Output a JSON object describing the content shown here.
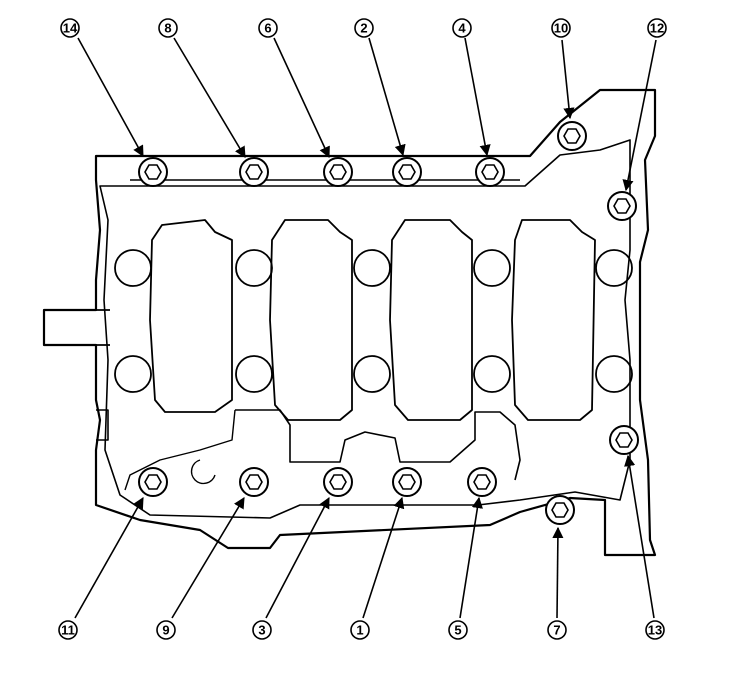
{
  "figure": {
    "colors": {
      "stroke": "#000000",
      "background": "#ffffff"
    },
    "callouts": [
      {
        "id": "14",
        "label": "14"
      },
      {
        "id": "8",
        "label": "8"
      },
      {
        "id": "6",
        "label": "6"
      },
      {
        "id": "2",
        "label": "2"
      },
      {
        "id": "4",
        "label": "4"
      },
      {
        "id": "10",
        "label": "10"
      },
      {
        "id": "12",
        "label": "12"
      },
      {
        "id": "11",
        "label": "11"
      },
      {
        "id": "9",
        "label": "9"
      },
      {
        "id": "3",
        "label": "3"
      },
      {
        "id": "1",
        "label": "1"
      },
      {
        "id": "5",
        "label": "5"
      },
      {
        "id": "7",
        "label": "7"
      },
      {
        "id": "13",
        "label": "13"
      }
    ]
  }
}
